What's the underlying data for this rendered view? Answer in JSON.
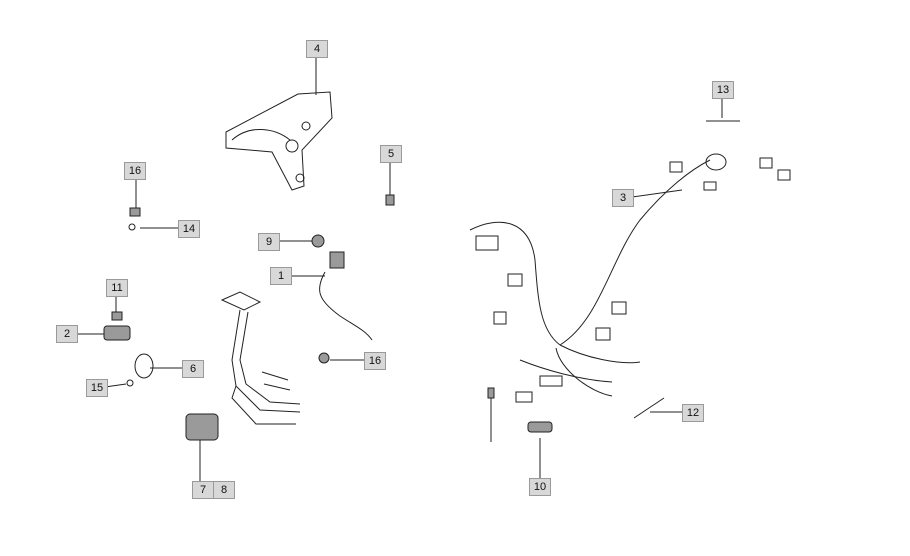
{
  "callouts": {
    "c1": "1",
    "c2": "2",
    "c3": "3",
    "c4": "4",
    "c5": "5",
    "c6": "6",
    "c7": "7",
    "c8": "8",
    "c9": "9",
    "c10": "10",
    "c11": "11",
    "c12": "12",
    "c13": "13",
    "c14": "14",
    "c15": "15",
    "c16a": "16",
    "c16b": "16"
  }
}
